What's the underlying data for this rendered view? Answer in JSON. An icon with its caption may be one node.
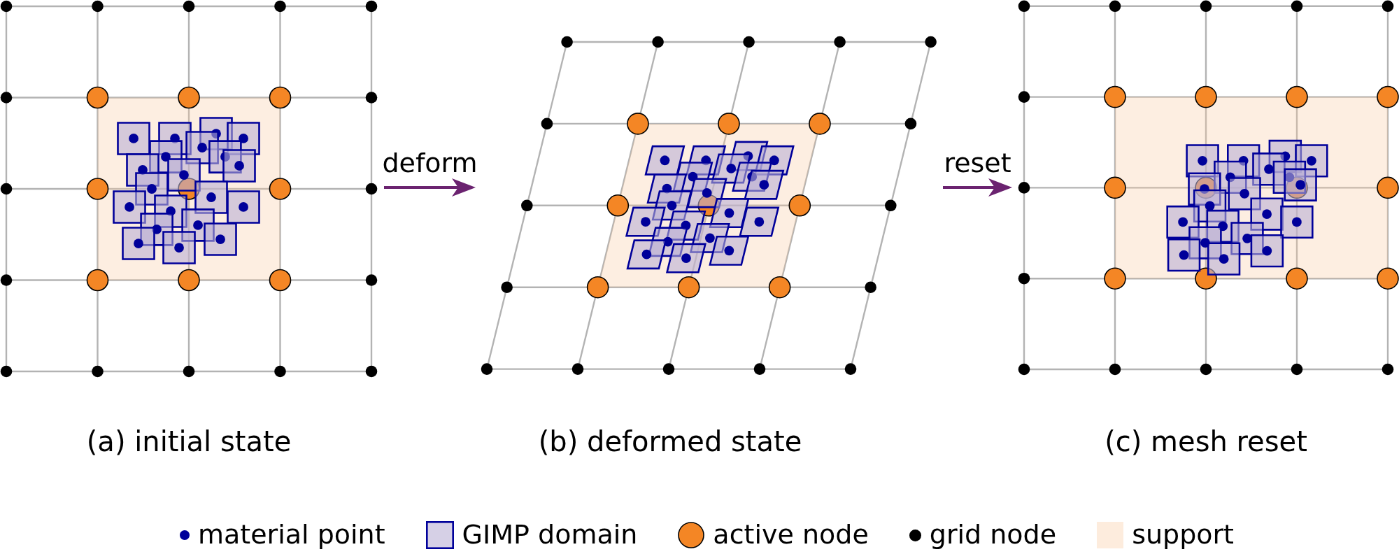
{
  "diagram": {
    "nodes": [
      {
        "text": [],
        "shape": "picture",
        "beside": [
          "(a) initial state"
        ]
      },
      {
        "text": [],
        "shape": "picture",
        "beside": [
          "(b) deformed state"
        ]
      },
      {
        "text": [],
        "shape": "picture",
        "beside": [
          "(c) mesh reset"
        ]
      }
    ],
    "edges": [
      {
        "from": 0,
        "to": 1,
        "arrow": "to",
        "label": "deform"
      },
      {
        "from": 1,
        "to": 2,
        "arrow": "to",
        "label": "reset"
      }
    ],
    "legend": [
      {
        "text": "material point"
      },
      {
        "text": "GIMP domain"
      },
      {
        "text": "active node"
      },
      {
        "text": "grid node"
      },
      {
        "text": "support",
        "color": "#fdecdd"
      }
    ]
  }
}
